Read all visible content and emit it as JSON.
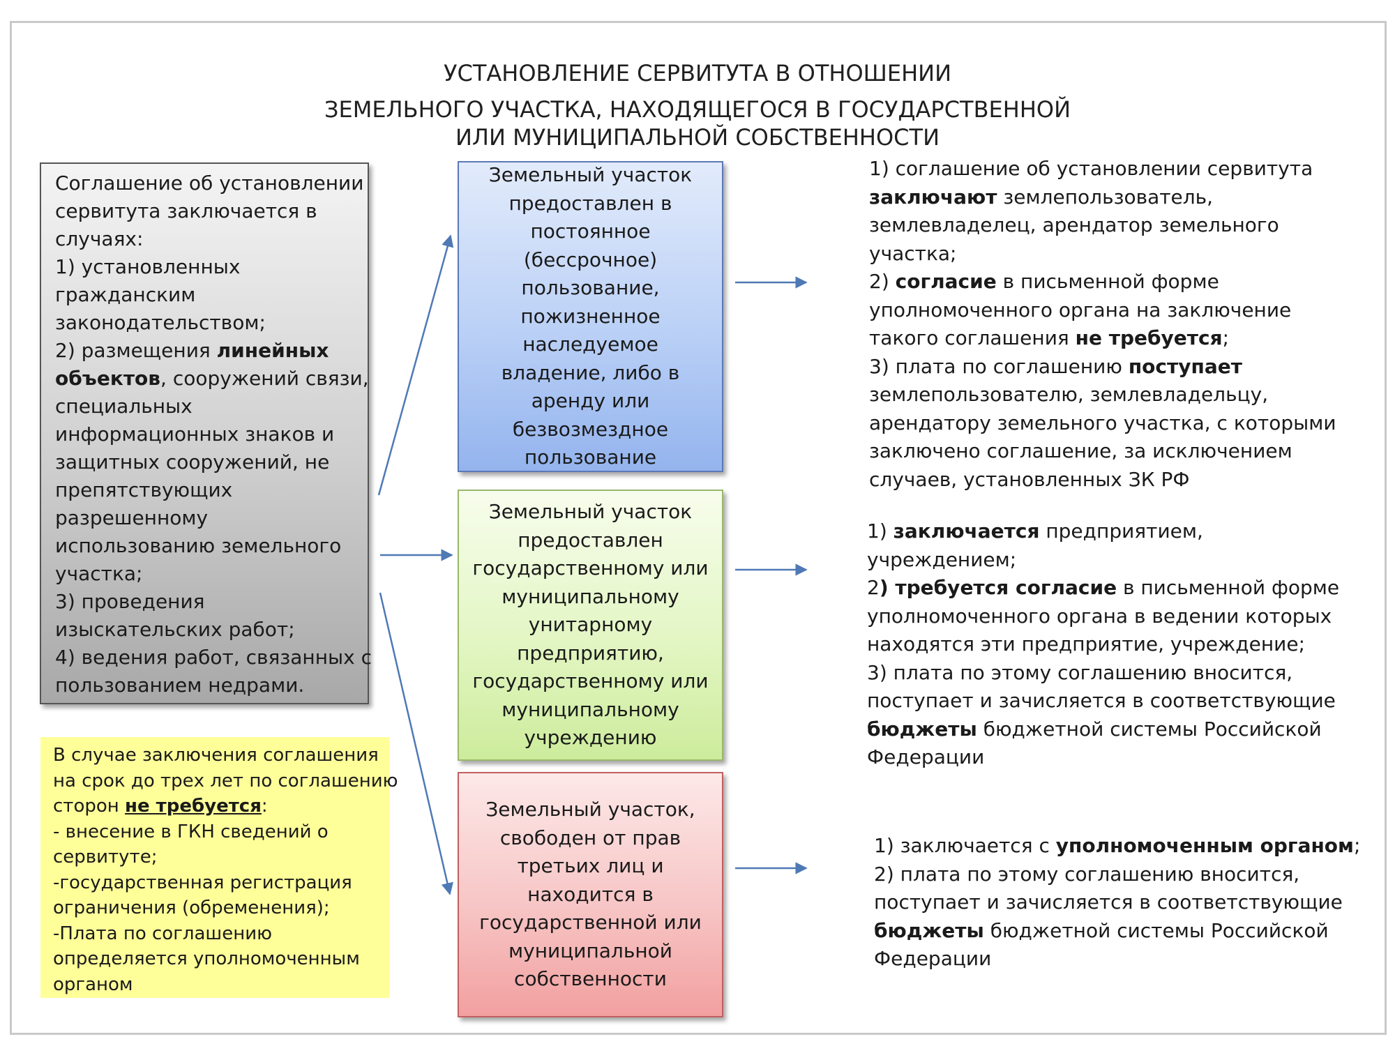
{
  "title": {
    "line1": "УСТАНОВЛЕНИЕ СЕРВИТУТА В ОТНОШЕНИИ",
    "line2": "ЗЕМЕЛЬНОГО УЧАСТКА, НАХОДЯЩЕГОСЯ В ГОСУДАРСТВЕННОЙ",
    "line3": "ИЛИ МУНИЦИПАЛЬНОЙ СОБСТВЕННОСТИ"
  },
  "left_box": {
    "l1": "Соглашение об установлении",
    "l2": "сервитута заключается в",
    "l3": "случаях:",
    "l4": "1) установленных",
    "l5": "гражданским",
    "l6": "законодательством;",
    "l7a": "2) размещения ",
    "l7b": "линейных",
    "l8a": "объектов",
    "l8b": ", сооружений связи,",
    "l9": "специальных",
    "l10": "информационных знаков и",
    "l11": "защитных сооружений, не",
    "l12": "препятствующих",
    "l13": "разрешенному",
    "l14": "использованию земельного",
    "l15": "участка;",
    "l16": "3) проведения",
    "l17": "изыскательских работ;",
    "l18": "4) ведения работ, связанных с",
    "l19": "пользованием недрами."
  },
  "note_box": {
    "l1": "В случае заключения соглашения",
    "l2": "на срок до трех лет по соглашению",
    "l3a": "сторон ",
    "l3b": "не требуется",
    "l3c": ":",
    "l4": "- внесение в ГКН сведений о",
    "l5": "сервитуте;",
    "l6": "-государственная регистрация",
    "l7": "ограничения (обременения);",
    "l8": "-Плата по соглашению",
    "l9": "определяется уполномоченным",
    "l10": "органом"
  },
  "blue_box": {
    "l1": "Земельный участок",
    "l2": "предоставлен в",
    "l3": "постоянное",
    "l4": "(бессрочное)",
    "l5": "пользование,",
    "l6": "пожизненное",
    "l7": "наследуемое",
    "l8": "владение, либо в",
    "l9": "аренду или",
    "l10": "безвозмездное",
    "l11": "пользование"
  },
  "green_box": {
    "l1": "Земельный участок",
    "l2": "предоставлен",
    "l3": "государственному или",
    "l4": "муниципальному",
    "l5": "унитарному",
    "l6": "предприятию,",
    "l7": "государственному или",
    "l8": "муниципальному",
    "l9": "учреждению"
  },
  "red_box": {
    "l1": "Земельный участок,",
    "l2": "свободен от прав",
    "l3": "третьих лиц и",
    "l4": "находится в",
    "l5": "государственной или",
    "l6": "муниципальной",
    "l7": "собственности"
  },
  "right_1": {
    "l1": "1) соглашение об установлении сервитута",
    "l2a": "заключают",
    "l2b": " землепользователь,",
    "l3": "землевладелец, арендатор земельного",
    "l4": "участка;",
    "l5a": "2) ",
    "l5b": "согласие",
    "l5c": " в письменной форме",
    "l6": "уполномоченного органа на заключение",
    "l7a": "такого соглашения ",
    "l7b": "не требуется",
    "l7c": ";",
    "l8a": "3) плата по соглашению ",
    "l8b": "поступает",
    "l9": "землепользователю, землевладельцу,",
    "l10": "арендатору земельного участка, с которыми",
    "l11": "заключено соглашение, за исключением",
    "l12": "случаев, установленных ЗК РФ"
  },
  "right_2": {
    "l1a": "1) ",
    "l1b": "заключается",
    "l1c": " предприятием,",
    "l2": "учреждением;",
    "l3a": "2",
    "l3b": ") требуется согласие",
    "l3c": " в письменной форме",
    "l4": "уполномоченного органа в ведении которых",
    "l5": "находятся эти предприятие, учреждение;",
    "l6": "3) плата по этому соглашению вносится,",
    "l7": "поступает и зачисляется в соответствующие",
    "l8a": "бюджеты",
    "l8b": " бюджетной системы Российской",
    "l9": "Федерации"
  },
  "right_3": {
    "l1a": "1) заключается с ",
    "l1b": "уполномоченным органом",
    "l1c": ";",
    "l2": "2) плата по этому соглашению вносится,",
    "l3": "поступает и зачисляется в соответствующие",
    "l4a": "бюджеты",
    "l4b": " бюджетной системы Российской",
    "l5": "Федерации"
  },
  "colors": {
    "arrow": "#4f79b5",
    "blue_box": "#bad0f6",
    "green_box": "#e3f6c4",
    "red_box": "#f7c5c5",
    "gray_box": "#cfcfcf",
    "note_box": "#ffff99"
  }
}
